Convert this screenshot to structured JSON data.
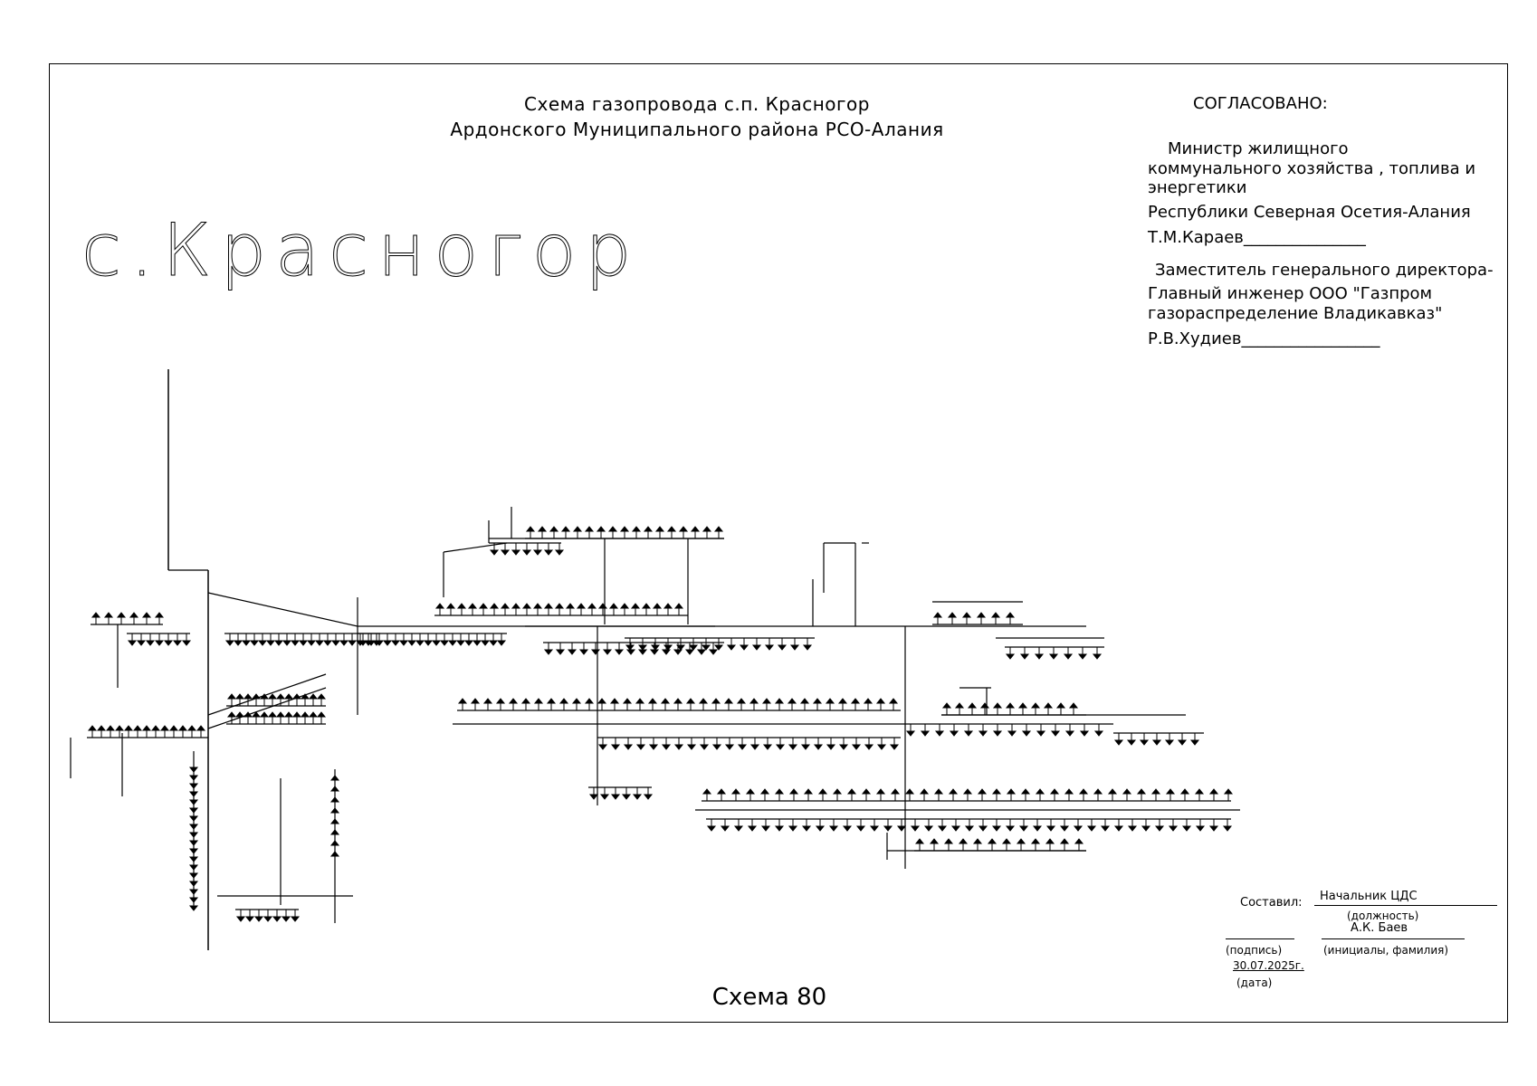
{
  "drawing": {
    "title_line1": "Схема газопровода с.п. Красногор",
    "title_line2": "Ардонского Муниципального района РСО-Алания",
    "village_label": "с.Красногор",
    "scheme_number": "Схема 80"
  },
  "approval": {
    "heading": "СОГЛАСОВАНО:",
    "block1_line1": "Министр жилищного",
    "block1_line2": "коммунального хозяйства , топлива и",
    "block1_line3": "энергетики",
    "block1_line4": "Республики Северная Осетия-Алания",
    "block1_signer": "Т.М.Караев_______________",
    "block2_line1": "Заместитель генерального директора-",
    "block2_line2": "Главный инженер  ООО \"Газпром",
    "block2_line3": "газораспределение Владикавказ\"",
    "block2_signer": "Р.В.Худиев_________________"
  },
  "stamp": {
    "composed_label": "Составил:",
    "position_value": "Начальник ЦДС",
    "position_caption": "(должность)",
    "name_value": "А.К. Баев",
    "signature_caption": "(подпись)",
    "name_caption": "(инициалы, фамилия)",
    "date_value": "30.07.2025г.",
    "date_caption": "(дата)"
  }
}
